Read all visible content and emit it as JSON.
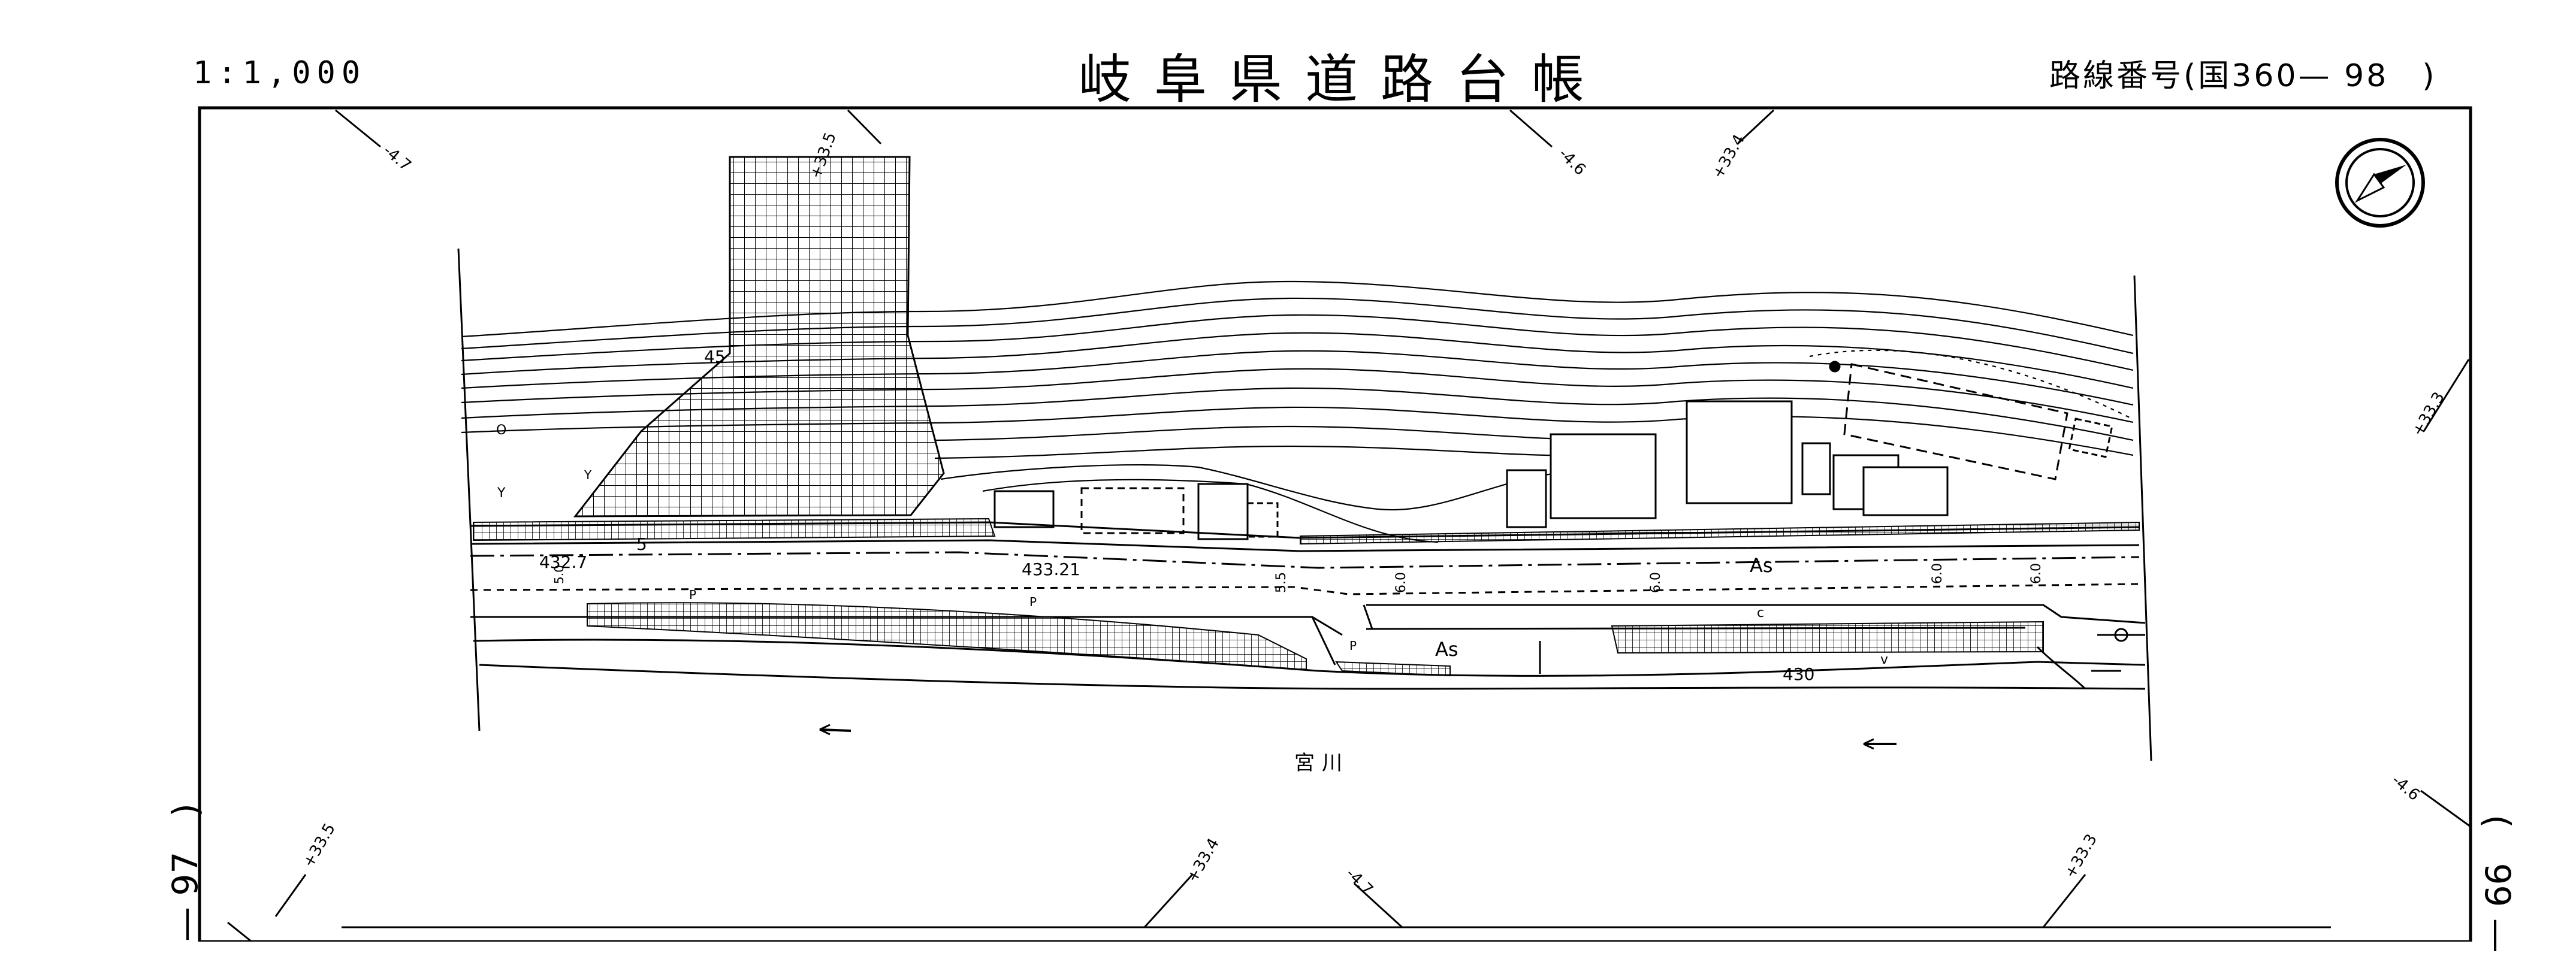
{
  "header": {
    "scale": "1:1,000",
    "title": "岐阜県道路台帳",
    "route_number": "路線番号(国360— 98　)"
  },
  "sheet_refs": {
    "left": "— 97　)",
    "right": "(　99 —"
  },
  "map": {
    "grid_labels": {
      "g_m47_a": "-4.7",
      "g_p335_a": "+33.5",
      "g_m46_a": "-4.6",
      "g_p334_a": "+33.4",
      "g_p333_a": "+33.3",
      "g_m46_b": "-4.6",
      "g_p335_b": "+33.5",
      "g_p334_b": "+33.4",
      "g_m47_b": "-4.7",
      "g_p333_b": "+33.3"
    },
    "labels": {
      "contour_45": "45",
      "elev_4327": "432.7",
      "elev_43321": "433.21",
      "contour_430": "430",
      "surface_as_1": "As",
      "surface_as_2": "As",
      "width_55": "5.5",
      "width_60_a": "6.0",
      "width_60_b": "6.0",
      "width_60_c": "6.0",
      "width_60_d": "6.0",
      "width_50": "5.0",
      "mark_5": "5",
      "mark_p1": "P",
      "mark_p2": "P",
      "mark_p3": "P",
      "mark_c": "c",
      "mark_v": "v",
      "mark_y1": "Y",
      "mark_y2": "Y",
      "mark_o": "O",
      "river": "宮川"
    },
    "north_arrow": "north-arrow-icon"
  }
}
